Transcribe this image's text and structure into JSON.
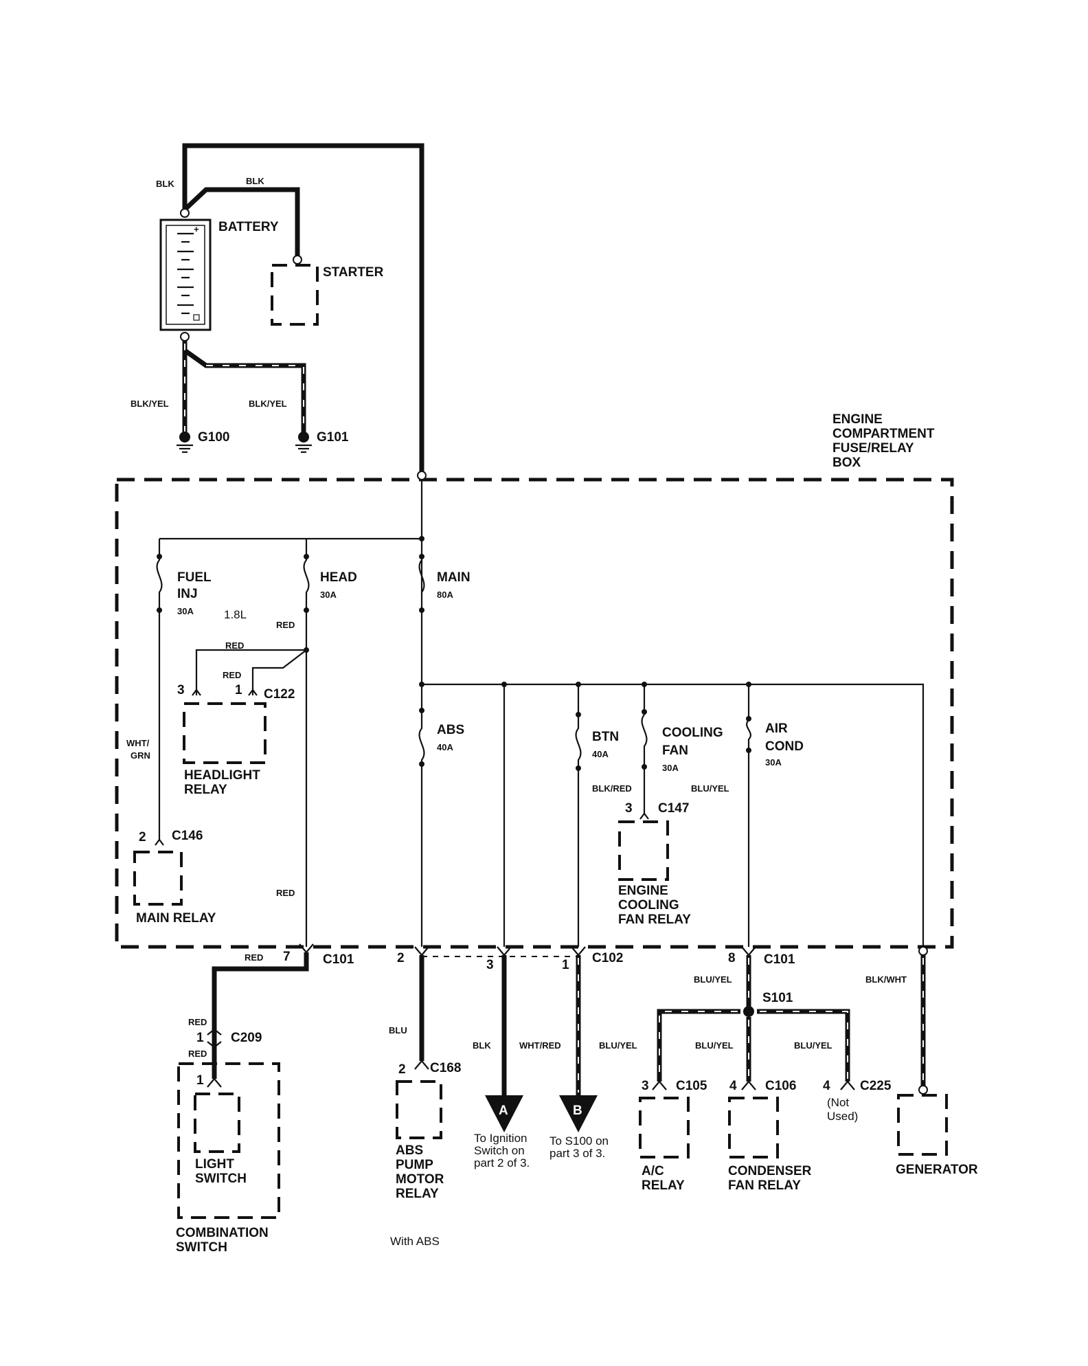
{
  "battery": {
    "label": "BATTERY",
    "wire_left": "BLK",
    "wire_top": "BLK",
    "wire_gnd_left": "BLK/YEL",
    "wire_gnd_right": "BLK/YEL"
  },
  "starter": {
    "label": "STARTER"
  },
  "grounds": {
    "g100": "G100",
    "g101": "G101"
  },
  "fusebox": {
    "line1": "ENGINE",
    "line2": "COMPARTMENT",
    "line3": "FUSE/RELAY",
    "line4": "BOX"
  },
  "fuses": {
    "fuel_inj": {
      "name1": "FUEL",
      "name2": "INJ",
      "rating": "30A"
    },
    "head": {
      "name": "HEAD",
      "rating": "30A"
    },
    "main": {
      "name": "MAIN",
      "rating": "80A"
    },
    "abs": {
      "name": "ABS",
      "rating": "40A"
    },
    "btn": {
      "name": "BTN",
      "rating": "40A"
    },
    "cooling_fan": {
      "name1": "COOLING",
      "name2": "FAN",
      "rating": "30A"
    },
    "air_cond": {
      "name1": "AIR",
      "name2": "COND",
      "rating": "30A"
    }
  },
  "engine_note": "1.8L",
  "headlight_relay": {
    "label1": "HEADLIGHT",
    "label2": "RELAY",
    "connector": "C122",
    "pin_a": "3",
    "pin_b": "1",
    "wire_a": "RED",
    "wire_b": "RED",
    "wire_head": "RED"
  },
  "main_relay": {
    "label": "MAIN RELAY",
    "connector": "C146",
    "pin": "2",
    "wire1": "WHT/",
    "wire2": "GRN"
  },
  "engine_cooling_fan_relay": {
    "label1": "ENGINE",
    "label2": "COOLING",
    "label3": "FAN RELAY",
    "connector": "C147",
    "pin": "3",
    "wire_btn": "BLK/RED",
    "wire_cool": "BLU/YEL"
  },
  "c101_left": {
    "connector": "C101",
    "pin": "7",
    "wire_in": "RED",
    "wire_out": "RED"
  },
  "c102": {
    "connector": "C102",
    "pin_abs": "2",
    "pin_a": "3",
    "pin_b": "1"
  },
  "c101_right": {
    "connector": "C101",
    "pin": "8",
    "wire": "BLU/YEL"
  },
  "splice": {
    "label": "S101"
  },
  "wires_below": {
    "blu": "BLU",
    "blk": "BLK",
    "wht_red": "WHT/RED",
    "blu_yel_1": "BLU/YEL",
    "blu_yel_2": "BLU/YEL",
    "blu_yel_3": "BLU/YEL",
    "blk_wht": "BLK/WHT"
  },
  "c209": {
    "connector": "C209",
    "pin": "1",
    "wire_top": "RED",
    "wire_bot": "RED",
    "pin_switch": "1"
  },
  "light_switch": {
    "label1": "LIGHT",
    "label2": "SWITCH"
  },
  "combination_switch": {
    "label1": "COMBINATION",
    "label2": "SWITCH"
  },
  "abs_relay": {
    "connector": "C168",
    "pin": "2",
    "label1": "ABS",
    "label2": "PUMP",
    "label3": "MOTOR",
    "label4": "RELAY",
    "note": "With ABS"
  },
  "offpage_a": {
    "letter": "A",
    "note1": "To Ignition",
    "note2": "Switch on",
    "note3": "part 2 of 3."
  },
  "offpage_b": {
    "letter": "B",
    "note1": "To S100 on",
    "note2": "part 3 of 3."
  },
  "ac_relay": {
    "connector": "C105",
    "pin": "3",
    "label1": "A/C",
    "label2": "RELAY"
  },
  "condenser_relay": {
    "connector": "C106",
    "pin": "4",
    "label1": "CONDENSER",
    "label2": "FAN RELAY"
  },
  "c225": {
    "connector": "C225",
    "pin": "4",
    "note1": "(Not",
    "note2": "Used)"
  },
  "generator": {
    "label": "GENERATOR"
  }
}
